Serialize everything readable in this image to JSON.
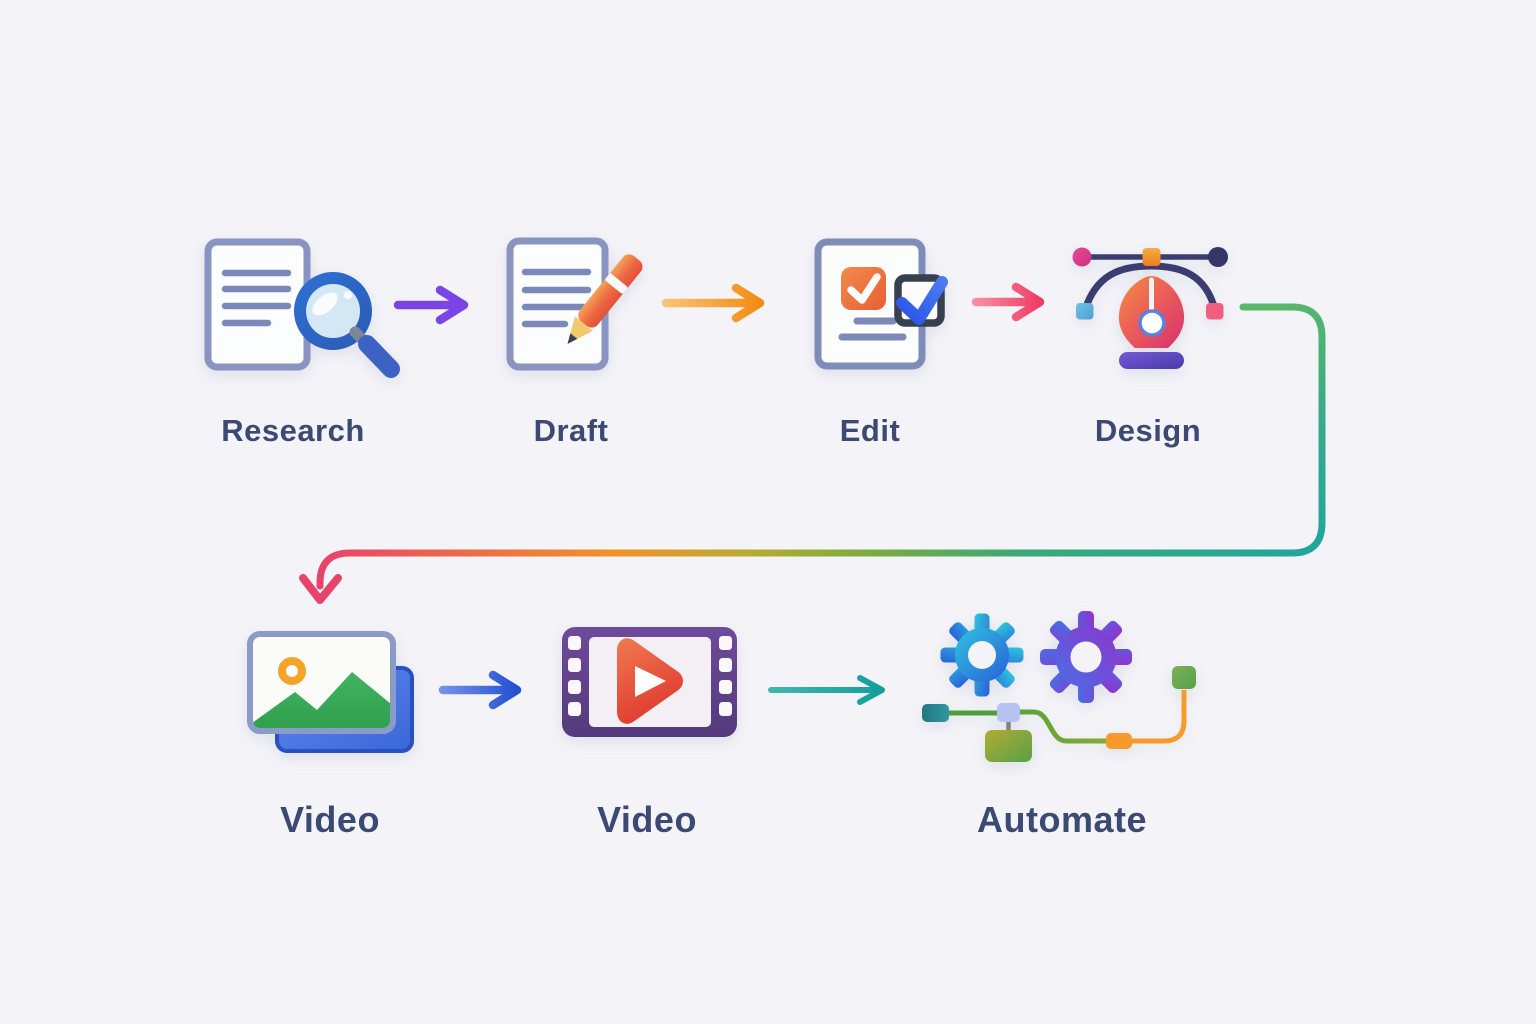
{
  "page": {
    "background": "#f4f4f8",
    "label_color": "#3b4a72"
  },
  "workflow": {
    "steps": [
      {
        "label": "Research",
        "icon": "document-magnifier-icon"
      },
      {
        "label": "Draft",
        "icon": "document-pencil-icon"
      },
      {
        "label": "Edit",
        "icon": "document-checklist-icon"
      },
      {
        "label": "Design",
        "icon": "pen-tool-bezier-icon"
      },
      {
        "label": "Video",
        "icon": "image-stack-icon"
      },
      {
        "label": "Video",
        "icon": "film-strip-play-icon"
      },
      {
        "label": "Automate",
        "icon": "gears-flowchart-icon"
      }
    ],
    "connectors": [
      {
        "from": "Research",
        "to": "Draft",
        "type": "arrow-right",
        "color": "#7d46e6"
      },
      {
        "from": "Draft",
        "to": "Edit",
        "type": "arrow-right",
        "color": "#f28c12"
      },
      {
        "from": "Edit",
        "to": "Design",
        "type": "arrow-right",
        "color": "#ee3d64"
      },
      {
        "from": "Design",
        "to": "Video",
        "type": "wrap-around-arrow",
        "gradient": [
          "#5bb867",
          "#1fa69e",
          "#7cab40",
          "#f09428",
          "#e8436b"
        ]
      },
      {
        "from": "Video",
        "to": "Video",
        "type": "arrow-right",
        "color": "#2450d2"
      },
      {
        "from": "Video",
        "to": "Automate",
        "type": "arrow-right",
        "color": "#1ba9a5"
      }
    ]
  }
}
